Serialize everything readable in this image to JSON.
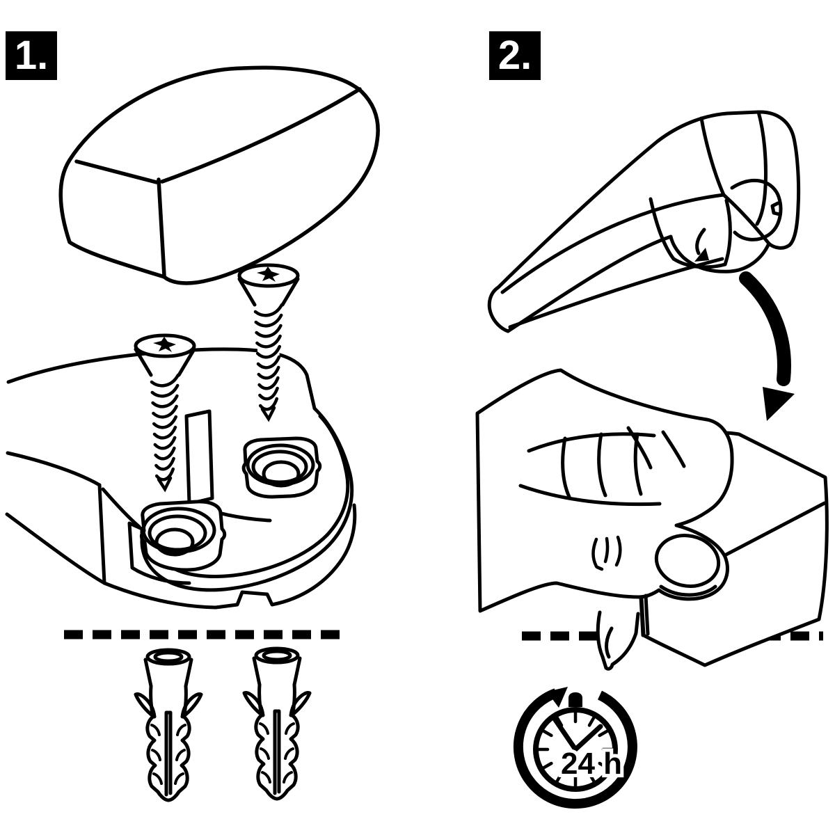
{
  "document": {
    "background": "#ffffff",
    "ink": "#000000"
  },
  "step1": {
    "badge": "1.",
    "parts": [
      "cover-cap",
      "screw",
      "screw",
      "mounting-base",
      "wall-dashed-line",
      "wall-anchor",
      "wall-anchor"
    ]
  },
  "step2": {
    "badge": "2.",
    "parts": [
      "tilted-device",
      "rotate-clip-arrow",
      "swing-down-arrow",
      "hand-pressing-device",
      "wall-dashed-line",
      "timer-clock"
    ],
    "timer_label": "24 h"
  }
}
